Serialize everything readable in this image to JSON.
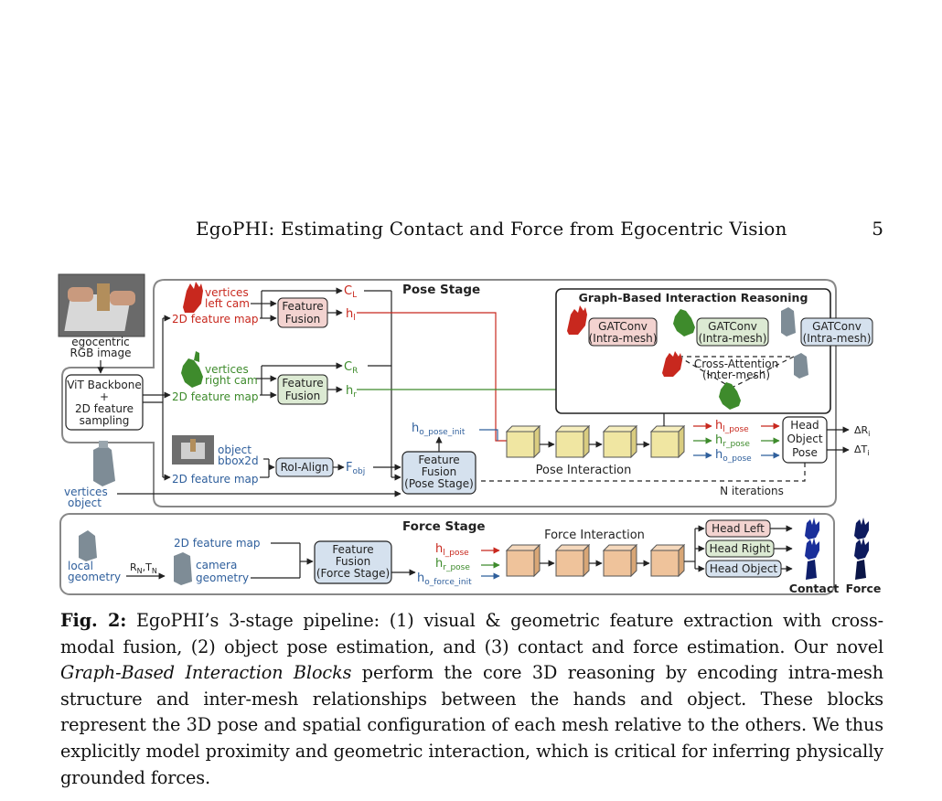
{
  "header": {
    "running_title": "EgoPHI: Estimating Contact and Force from Egocentric Vision",
    "page_number": "5"
  },
  "figure": {
    "input": {
      "image_label_1": "egocentric",
      "image_label_2": "RGB image"
    },
    "backbone": {
      "line1": "ViT Backbone",
      "line2": "+",
      "line3": "2D feature",
      "line4": "sampling"
    },
    "vertices_object_1": "vertices",
    "vertices_object_2": "object",
    "pose_stage": {
      "title": "Pose Stage",
      "left": {
        "vertices_1": "vertices",
        "vertices_2": "left cam",
        "feature_map": "2D feature map",
        "fusion_1": "Feature",
        "fusion_2": "Fusion",
        "c": "C",
        "c_sub": "L",
        "h": "h",
        "h_sub": "l"
      },
      "right": {
        "vertices_1": "vertices",
        "vertices_2": "right cam",
        "feature_map": "2D feature map",
        "fusion_1": "Feature",
        "fusion_2": "Fusion",
        "c": "C",
        "c_sub": "R",
        "h": "h",
        "h_sub": "r"
      },
      "object": {
        "label_1": "object",
        "label_2": "bbox2d",
        "feature_map": "2D feature map",
        "roi": "RoI-Align",
        "f": "F",
        "f_sub": "obj"
      },
      "pose_fusion": {
        "line1": "Feature",
        "line2": "Fusion",
        "line3": "(Pose Stage)"
      },
      "h_init": "h",
      "h_init_sub": "o_pose_init",
      "interaction_label": "Pose Interaction",
      "outputs": [
        {
          "h": "h",
          "sub": "l_pose"
        },
        {
          "h": "h",
          "sub": "r_pose"
        },
        {
          "h": "h",
          "sub": "o_pose"
        }
      ],
      "head": {
        "line1": "Head",
        "line2": "Object",
        "line3": "Pose"
      },
      "delta_r": "ΔR",
      "delta_r_sub": "i",
      "delta_t": "ΔT",
      "delta_t_sub": "i",
      "iterations": "N iterations"
    },
    "graph": {
      "title": "Graph-Based Interaction Reasoning",
      "gat": [
        {
          "line1": "GATConv",
          "line2": "(Intra-mesh)"
        },
        {
          "line1": "GATConv",
          "line2": "(Intra-mesh)"
        },
        {
          "line1": "GATConv",
          "line2": "(Intra-mesh)"
        }
      ],
      "cross_1": "Cross-Attention",
      "cross_2": "(Inter-mesh)"
    },
    "force_stage": {
      "title": "Force Stage",
      "feature_map": "2D feature map",
      "local_1": "local",
      "local_2": "geometry",
      "rt": "R",
      "rt_sub1": "N",
      "rt_mid": ",T",
      "rt_sub2": "N",
      "camera_1": "camera",
      "camera_2": "geometry",
      "fusion": {
        "line1": "Feature",
        "line2": "Fusion",
        "line3": "(Force Stage)"
      },
      "inputs": [
        {
          "h": "h",
          "sub": "l_pose"
        },
        {
          "h": "h",
          "sub": "r_pose"
        },
        {
          "h": "h",
          "sub": "o_force_init"
        }
      ],
      "interaction_label": "Force Interaction",
      "heads": [
        "Head Left",
        "Head Right",
        "Head Object"
      ],
      "col_contact": "Contact",
      "col_force": "Force"
    },
    "colors": {
      "red": "#c8281e",
      "green": "#3e8b2c",
      "blue": "#2f5f9c",
      "fill_red": "#f3d3d0",
      "fill_green": "#dcead3",
      "fill_blue": "#d5e1ee",
      "cube_yellow": "#f0e6a2",
      "cube_orange": "#efc39b"
    }
  },
  "caption": {
    "label": "Fig. 2:",
    "text_1": " EgoPHI’s 3-stage pipeline: (1) visual & geometric feature extraction with cross-modal fusion, (2) object pose estimation, and (3) contact and force estimation. Our novel ",
    "em": "Graph-Based Interaction Blocks",
    "text_2": " perform the core 3D reasoning by encoding intra-mesh structure and inter-mesh relationships between the hands and object. These blocks represent the 3D pose and spatial configuration of each mesh relative to the others. We thus explicitly model proximity and geometric interaction, which is critical for inferring physically grounded forces."
  }
}
